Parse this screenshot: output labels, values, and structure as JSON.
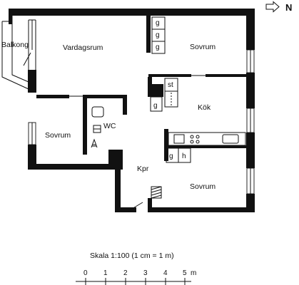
{
  "compass": {
    "label": "N"
  },
  "rooms": {
    "balkong": "Balkong",
    "vardagsrum": "Vardagsrum",
    "sovrum_ne": "Sovrum",
    "kok": "Kök",
    "sovrum_w": "Sovrum",
    "wc": "WC",
    "kpr": "Kpr",
    "sovrum_se": "Sovrum"
  },
  "fixtures": {
    "closets_ne": [
      "g",
      "g",
      "g"
    ],
    "kitchen_st": "st",
    "kitchen_g": "g",
    "closet_g2": "g",
    "closet_h": "h"
  },
  "scale": {
    "caption": "Skala 1:100 (1 cm = 1 m)",
    "ticks": [
      "0",
      "1",
      "2",
      "3",
      "4",
      "5"
    ],
    "unit": "m"
  }
}
